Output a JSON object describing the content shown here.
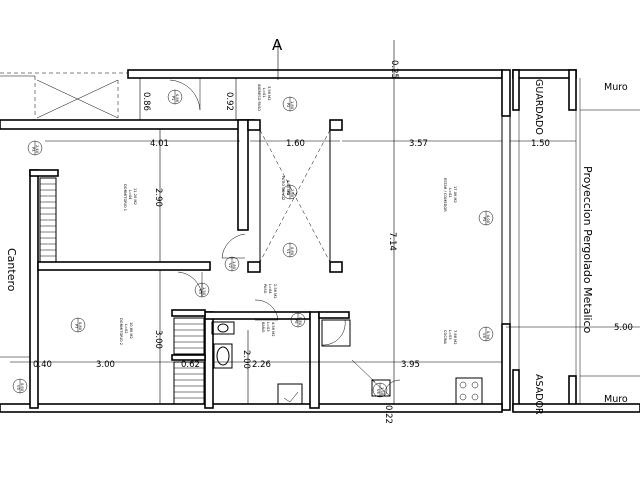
{
  "section_marker": "A",
  "labels": {
    "muro_top": "Muro",
    "muro_bottom": "Muro",
    "guardado": "GUARDADO",
    "asador": "ASADOR",
    "pergolado": "Proyeccion Pergolado Metalico",
    "cantero": "Cantero"
  },
  "rooms": [
    {
      "id": "ingreso",
      "lines": [
        "INGRESO PASO",
        "L=01",
        "3.56 M2"
      ]
    },
    {
      "id": "dormitorio1",
      "lines": [
        "DORMITORIO 1",
        "L=04",
        "11.20 M2"
      ]
    },
    {
      "id": "dormitorio2",
      "lines": [
        "DORMITORIO 2",
        "L=02",
        "10.86 M2"
      ]
    },
    {
      "id": "patio",
      "lines": [
        "PATIO DE LUZ",
        "4.80 M2"
      ]
    },
    {
      "id": "estar",
      "lines": [
        "ESTAR / COMEDOR",
        "L=02",
        "17.06 M2"
      ]
    },
    {
      "id": "cocina",
      "lines": [
        "COCINA",
        "L=03",
        "7.88 M2"
      ]
    },
    {
      "id": "paso",
      "lines": [
        "PASO",
        "L=04",
        "2.56 M2"
      ]
    },
    {
      "id": "bano",
      "lines": [
        "BAÑO",
        "L=03",
        "4.56 M2"
      ]
    }
  ],
  "dimensions": {
    "d_025": "0.25",
    "d_086": "0.86",
    "d_092": "0.92",
    "d_401": "4.01",
    "d_160": "1.60",
    "d_357": "3.57",
    "d_150": "1.50",
    "d_290": "2.90",
    "d_714": "7.14",
    "d_300v": "3.00",
    "d_500": "5.00",
    "d_040": "0.40",
    "d_300h": "3.00",
    "d_062": "0.62",
    "d_226": "2.26",
    "d_200": "2.00",
    "d_395": "3.95",
    "d_022": "0.22"
  },
  "markers": [
    {
      "id": "p1",
      "lines": [
        "P1",
        "0.86"
      ]
    },
    {
      "id": "p2",
      "lines": [
        "P2",
        "1.80"
      ]
    },
    {
      "id": "p3",
      "lines": [
        "P3",
        "2.40"
      ]
    },
    {
      "id": "p4",
      "lines": [
        "P4",
        "2.60"
      ]
    },
    {
      "id": "p5",
      "lines": [
        "P5",
        "4.00"
      ]
    },
    {
      "id": "v1",
      "lines": [
        "V1",
        "0.80"
      ]
    },
    {
      "id": "v2",
      "lines": [
        "V2",
        "1.80"
      ]
    },
    {
      "id": "v3",
      "lines": [
        "V3",
        "1.50"
      ]
    },
    {
      "id": "v4",
      "lines": [
        "V4",
        "0.94"
      ]
    },
    {
      "id": "p6",
      "lines": [
        "P6",
        "0.80"
      ]
    },
    {
      "id": "p7",
      "lines": [
        "P7",
        "0.80"
      ]
    },
    {
      "id": "v5",
      "lines": [
        "V5",
        "0.60"
      ]
    },
    {
      "id": "v6",
      "lines": [
        "V6",
        "1.50"
      ]
    }
  ]
}
